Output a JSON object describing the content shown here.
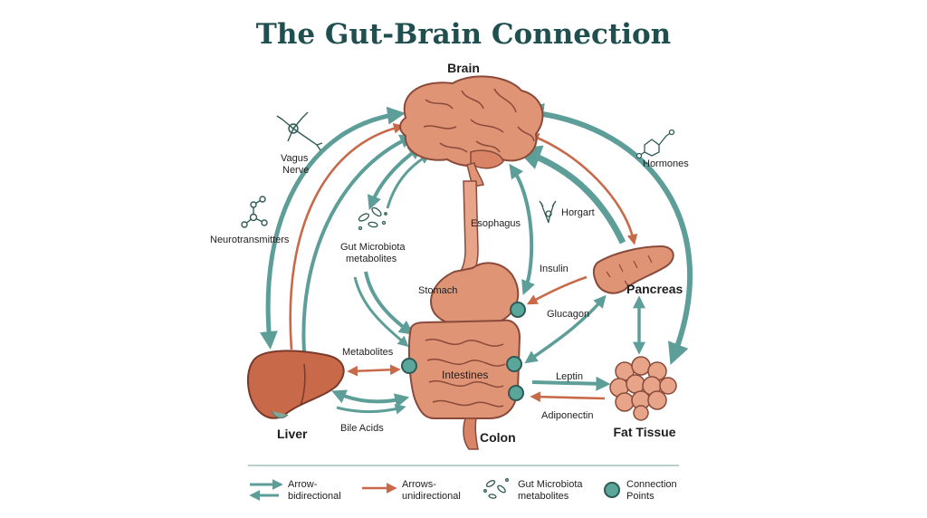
{
  "title": "The Gut-Brain Connection",
  "colors": {
    "teal": "#5e9e99",
    "rust": "#c8694a",
    "organ": "#e09476",
    "organ_dark": "#8a4a3a",
    "title": "#1f4f4f",
    "node": "#5aa69b"
  },
  "organs": {
    "brain": "Brain",
    "esophagus": "Esophagus",
    "stomach": "Stomach",
    "intestines": "Intestines",
    "colon": "Colon",
    "liver": "Liver",
    "pancreas": "Pancreas",
    "fat_tissue": "Fat Tissue"
  },
  "signals": {
    "vagus_nerve": [
      "Vagus",
      "Nerve"
    ],
    "neurotransmitters": "Neurotransmitters",
    "gut_microbiota": [
      "Gut Microbiota",
      "metabolites"
    ],
    "hormones": "Hormones",
    "horgart": "Horgart",
    "insulin": "Insulin",
    "glucagon": "Glucagon",
    "metabolites": "Metabolites",
    "bile_acids": "Bile Acids",
    "leptin": "Leptin",
    "adiponectin": "Adiponectin"
  },
  "legend": {
    "bidirectional": [
      "Arrow-",
      "bidirectional"
    ],
    "unidirectional": [
      "Arrows-",
      "unidirectional"
    ],
    "microbiota": [
      "Gut Microbiota",
      "metabolites"
    ],
    "connection": [
      "Connection",
      "Points"
    ]
  },
  "icons": [
    "neuron-icon",
    "molecule-icon",
    "bacteria-icon",
    "hormone-molecule-icon",
    "horgart-icon",
    "connection-point-icon"
  ]
}
